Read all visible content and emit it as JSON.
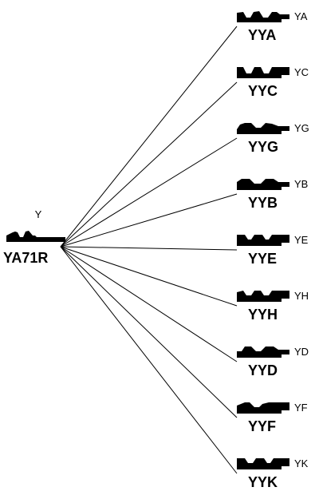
{
  "root": {
    "small_label": "Y",
    "code": "YA71R"
  },
  "blanks": [
    {
      "small_label": "YA",
      "code": "YYA"
    },
    {
      "small_label": "YC",
      "code": "YYC"
    },
    {
      "small_label": "YG",
      "code": "YYG"
    },
    {
      "small_label": "YB",
      "code": "YYB"
    },
    {
      "small_label": "YE",
      "code": "YYE"
    },
    {
      "small_label": "YH",
      "code": "YYH"
    },
    {
      "small_label": "YD",
      "code": "YYD"
    },
    {
      "small_label": "YF",
      "code": "YYF"
    },
    {
      "small_label": "YK",
      "code": "YYK"
    }
  ]
}
